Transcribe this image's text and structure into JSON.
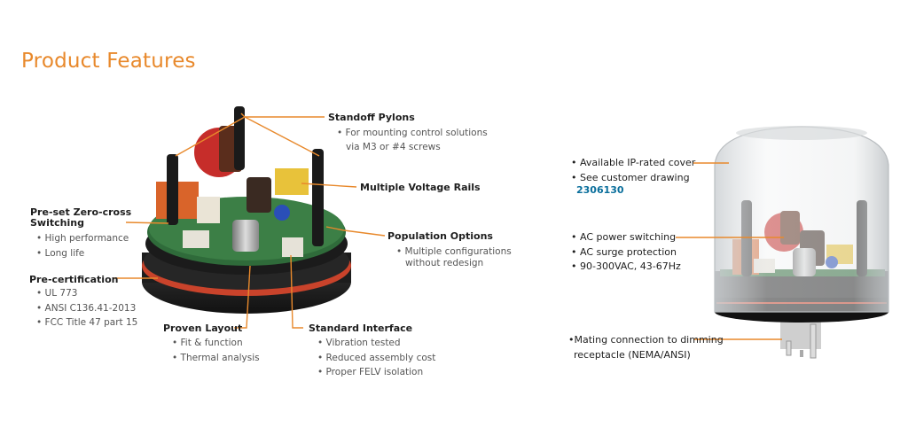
{
  "title": "Product Features",
  "left": {
    "standoff": {
      "label": "Standoff Pylons",
      "items": [
        "For mounting control solutions",
        "via M3 or #4 screws"
      ]
    },
    "voltage": {
      "label": "Multiple Voltage Rails"
    },
    "population": {
      "label": "Population Options",
      "items": [
        "Multiple configurations",
        "without redesign"
      ]
    },
    "zerocross": {
      "label_line1": "Pre-set Zero-cross",
      "label_line2": "Switching",
      "items": [
        "High performance",
        "Long life"
      ]
    },
    "precert": {
      "label": "Pre-certification",
      "items": [
        "UL 773",
        "ANSI C136.41-2013",
        "FCC Title 47 part 15"
      ]
    },
    "layout": {
      "label": "Proven Layout",
      "items": [
        "Fit & function",
        "Thermal analysis"
      ]
    },
    "interface": {
      "label": "Standard Interface",
      "items": [
        "Vibration tested",
        "Reduced assembly cost",
        "Proper FELV isolation"
      ]
    }
  },
  "right": {
    "cover": {
      "line1": "Available IP-rated cover",
      "line2": "See customer drawing",
      "drawing_no": "2306130"
    },
    "power": {
      "line1": "AC power switching",
      "line2": "AC surge protection",
      "line3": "90-300VAC, 43-67Hz"
    },
    "mating": {
      "line1": "Mating connection to dimming",
      "line2": "receptacle (NEMA/ANSI)"
    }
  },
  "colors": {
    "accent": "#e8892c",
    "link": "#0b6f9c",
    "board_green": "#2f6b3a",
    "gasket_red": "#c9432b"
  }
}
